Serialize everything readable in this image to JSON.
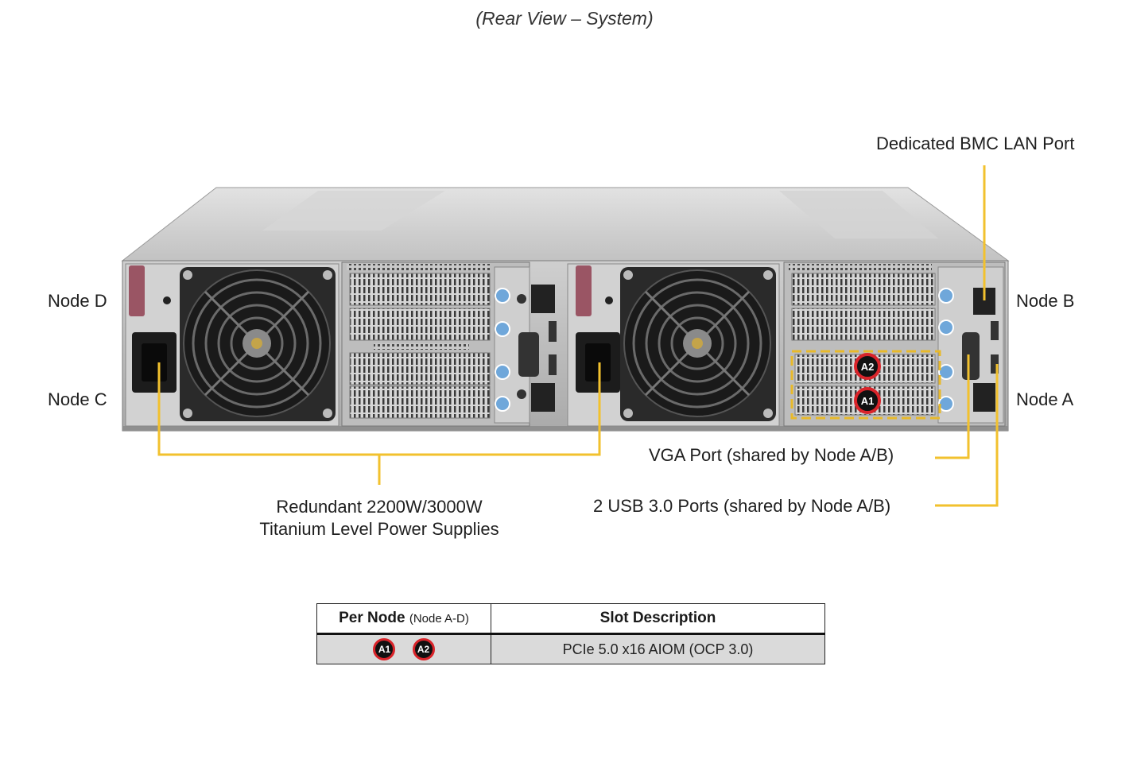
{
  "title": "(Rear View – System)",
  "labels": {
    "node_d": "Node D",
    "node_c": "Node C",
    "node_b": "Node B",
    "node_a": "Node A",
    "bmc": "Dedicated BMC LAN Port",
    "vga": "VGA Port (shared by Node A/B)",
    "usb": "2 USB 3.0 Ports (shared by Node A/B)",
    "psu_line1": "Redundant 2200W/3000W",
    "psu_line2": "Titanium Level Power Supplies"
  },
  "markers": {
    "a2": "A2",
    "a1": "A1"
  },
  "table": {
    "header_col1": "Per Node",
    "header_col1_sub": "(Node A-D)",
    "header_col2": "Slot Description",
    "row_badge1": "A1",
    "row_badge2": "A2",
    "row_desc": "PCIe 5.0 x16 AIOM (OCP 3.0)"
  },
  "colors": {
    "leader": "#f2c12e",
    "badge_ring": "#d9242a",
    "chassis": "#b9b9b9"
  }
}
